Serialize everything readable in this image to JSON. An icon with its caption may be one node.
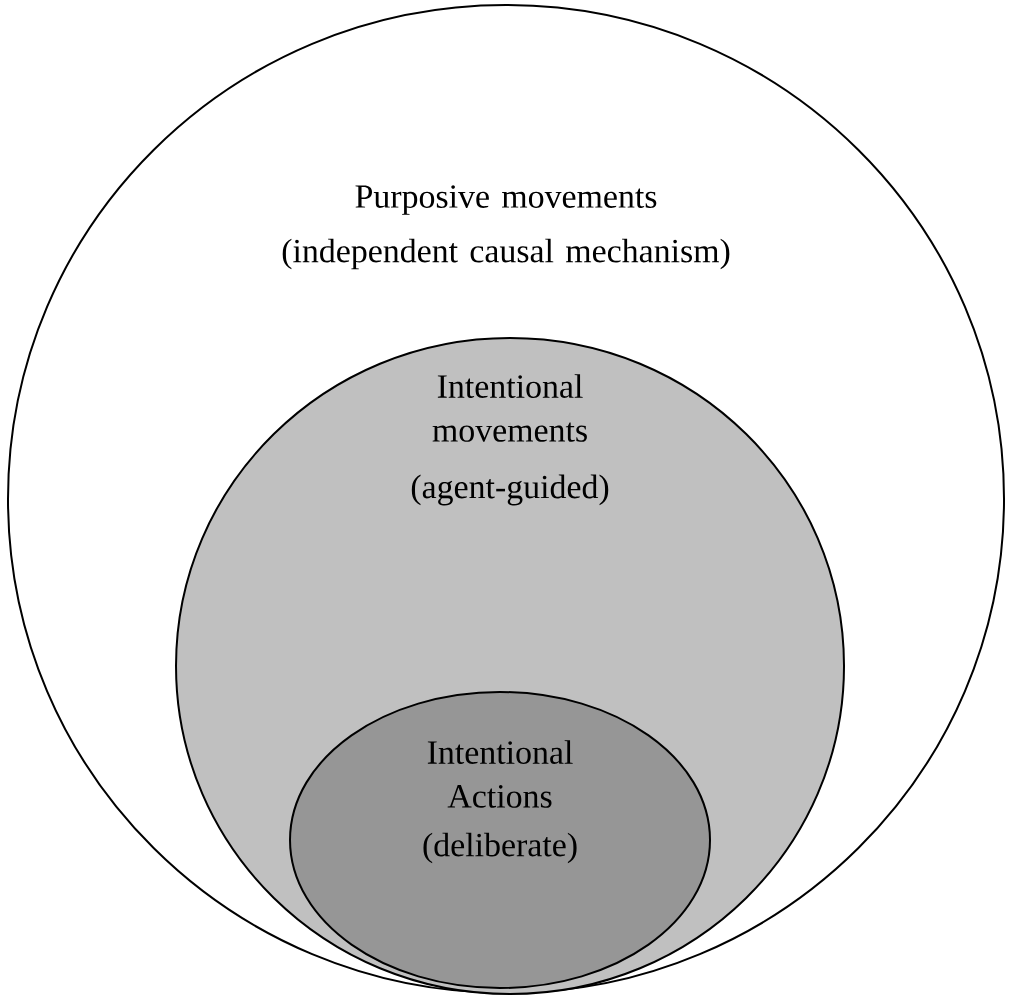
{
  "diagram": {
    "nodes": [
      {
        "text": [
          "Purposive movements",
          "(independent causal mechanism)"
        ]
      },
      {
        "text": [
          "Intentional movements",
          "(agent-guided)"
        ],
        "in": 0
      },
      {
        "text": [
          "Intentional Actions",
          "(deliberate)"
        ],
        "in": 1
      }
    ]
  }
}
